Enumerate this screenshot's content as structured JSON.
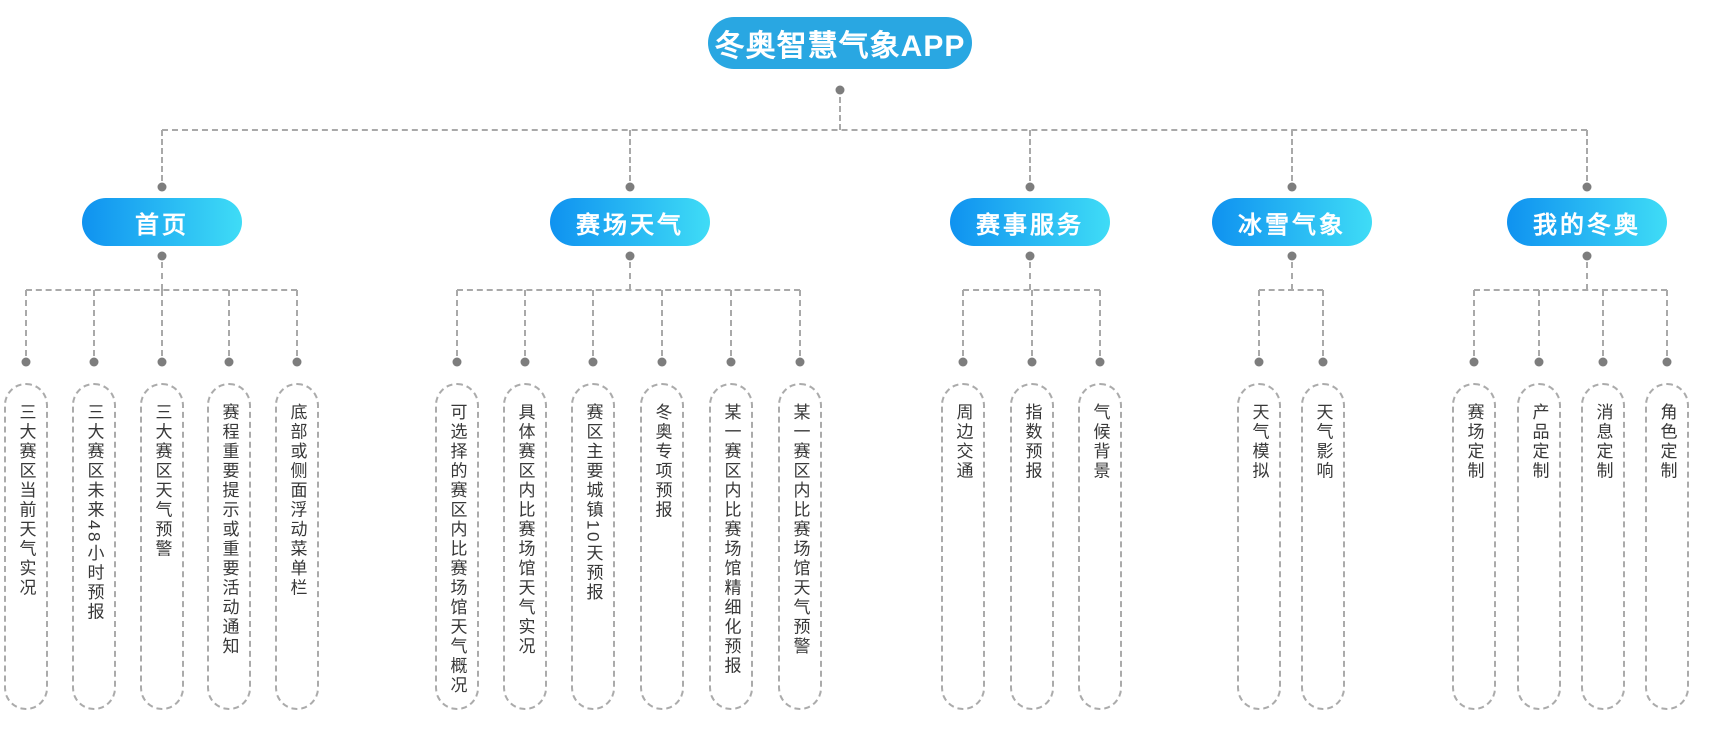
{
  "title": "冬奥智慧气象APP",
  "root": {
    "label": "冬奥智慧气象APP"
  },
  "branches": [
    {
      "label": "首页",
      "children": [
        "三大赛区当前天气实况",
        "三大赛区未来48小时预报",
        "三大赛区天气预警",
        "赛程重要提示或重要活动通知",
        "底部或侧面浮动菜单栏"
      ]
    },
    {
      "label": "赛场天气",
      "children": [
        "可选择的赛区内比赛场馆天气概况",
        "具体赛区内比赛场馆天气实况",
        "赛区主要城镇10天预报",
        "冬奥专项预报",
        "某一赛区内比赛场馆精细化预报",
        "某一赛区内比赛场馆天气预警"
      ]
    },
    {
      "label": "赛事服务",
      "children": [
        "周边交通",
        "指数预报",
        "气候背景"
      ]
    },
    {
      "label": "冰雪气象",
      "children": [
        "天气模拟",
        "天气影响"
      ]
    },
    {
      "label": "我的冬奥",
      "children": [
        "赛场定制",
        "产品定制",
        "消息定制",
        "角色定制"
      ]
    }
  ],
  "colors": {
    "root_fill": "#29a7e2",
    "branch_gradient_start": "#0f92f0",
    "branch_gradient_end": "#3fdcf6",
    "connector": "#a9a9a9",
    "dot": "#7d7d7d",
    "leaf_border": "#ababab",
    "leaf_text": "#383838",
    "node_text": "#ffffff",
    "background": "#ffffff"
  }
}
